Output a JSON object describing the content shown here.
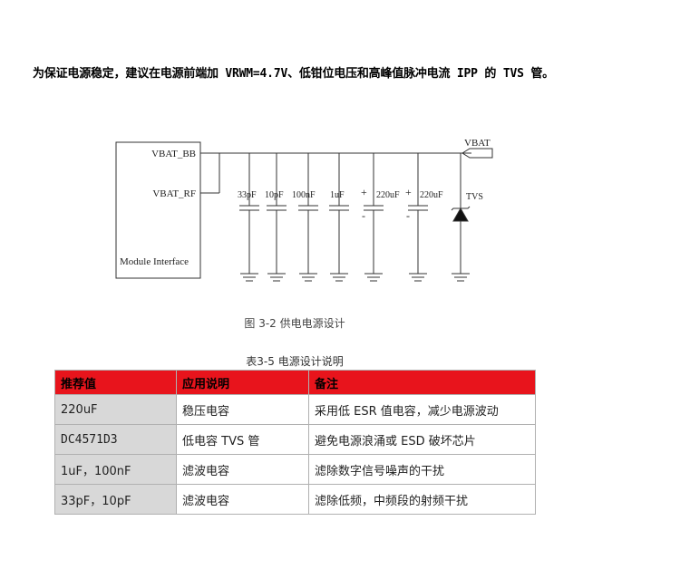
{
  "intro": "为保证电源稳定，建议在电源前端加 VRWM=4.7V、低钳位电压和高峰值脉冲电流 IPP 的 TVS 管。",
  "circuit": {
    "module_label": "Module Interface",
    "pin_vbat_bb": "VBAT_BB",
    "pin_vbat_rf": "VBAT_RF",
    "vbat_label": "VBAT",
    "caps": [
      "33pF",
      "10pF",
      "100nF",
      "1uF",
      "220uF",
      "220uF"
    ],
    "tvs_label": "TVS",
    "plus_sign": "+",
    "minus_sign": "-"
  },
  "figure_caption": "图 3-2  供电电源设计",
  "table_caption": "表3-5  电源设计说明",
  "table": {
    "headers": [
      "推荐值",
      "应用说明",
      "备注"
    ],
    "rows": [
      [
        "220uF",
        "稳压电容",
        "采用低 ESR 值电容，减少电源波动"
      ],
      [
        "DC4571D3",
        "低电容 TVS 管",
        "避免电源浪涌或 ESD 破坏芯片"
      ],
      [
        "1uF，100nF",
        "滤波电容",
        "滤除数字信号噪声的干扰"
      ],
      [
        "33pF，10pF",
        "滤波电容",
        "滤除低频，中频段的射频干扰"
      ]
    ]
  }
}
